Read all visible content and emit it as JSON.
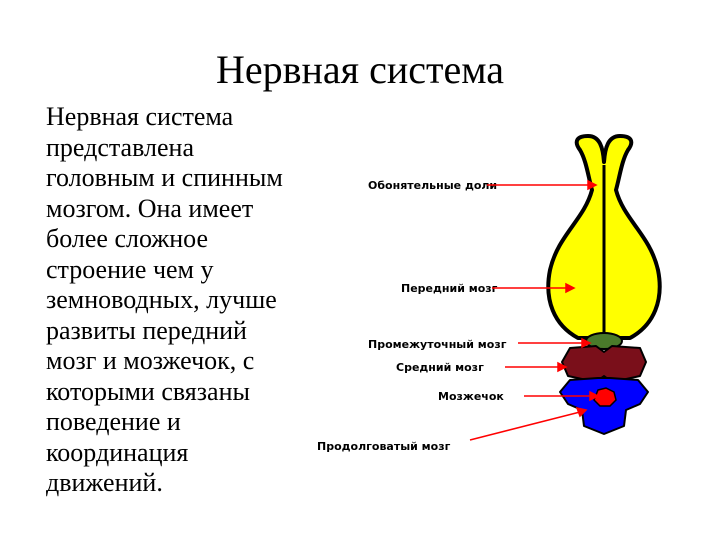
{
  "slide": {
    "title": "Нервная система",
    "body_lines": [
      "Нервная система",
      "представлена",
      "головным и спинным",
      "мозгом. Она имеет",
      "более сложное",
      "строение чем у",
      "земноводных, лучше",
      "развиты передний",
      "мозг и мозжечок, с",
      "которыми связаны",
      "поведение и",
      "координация",
      "движений."
    ]
  },
  "diagram": {
    "labels": {
      "olfactory": "Обонятельные доли",
      "forebrain": "Передний мозг",
      "diencephalon": "Промежуточный мозг",
      "midbrain": "Средний мозг",
      "cerebellum": "Мозжечок",
      "medulla": "Продолговатый мозг"
    },
    "colors": {
      "forebrain": "#ffff00",
      "diencephalon": "#4a7a2a",
      "midbrain": "#7a0f1a",
      "cerebellum": "#ff0000",
      "medulla": "#0000ff",
      "pointer": "#ff0000",
      "outline": "#000000"
    }
  }
}
